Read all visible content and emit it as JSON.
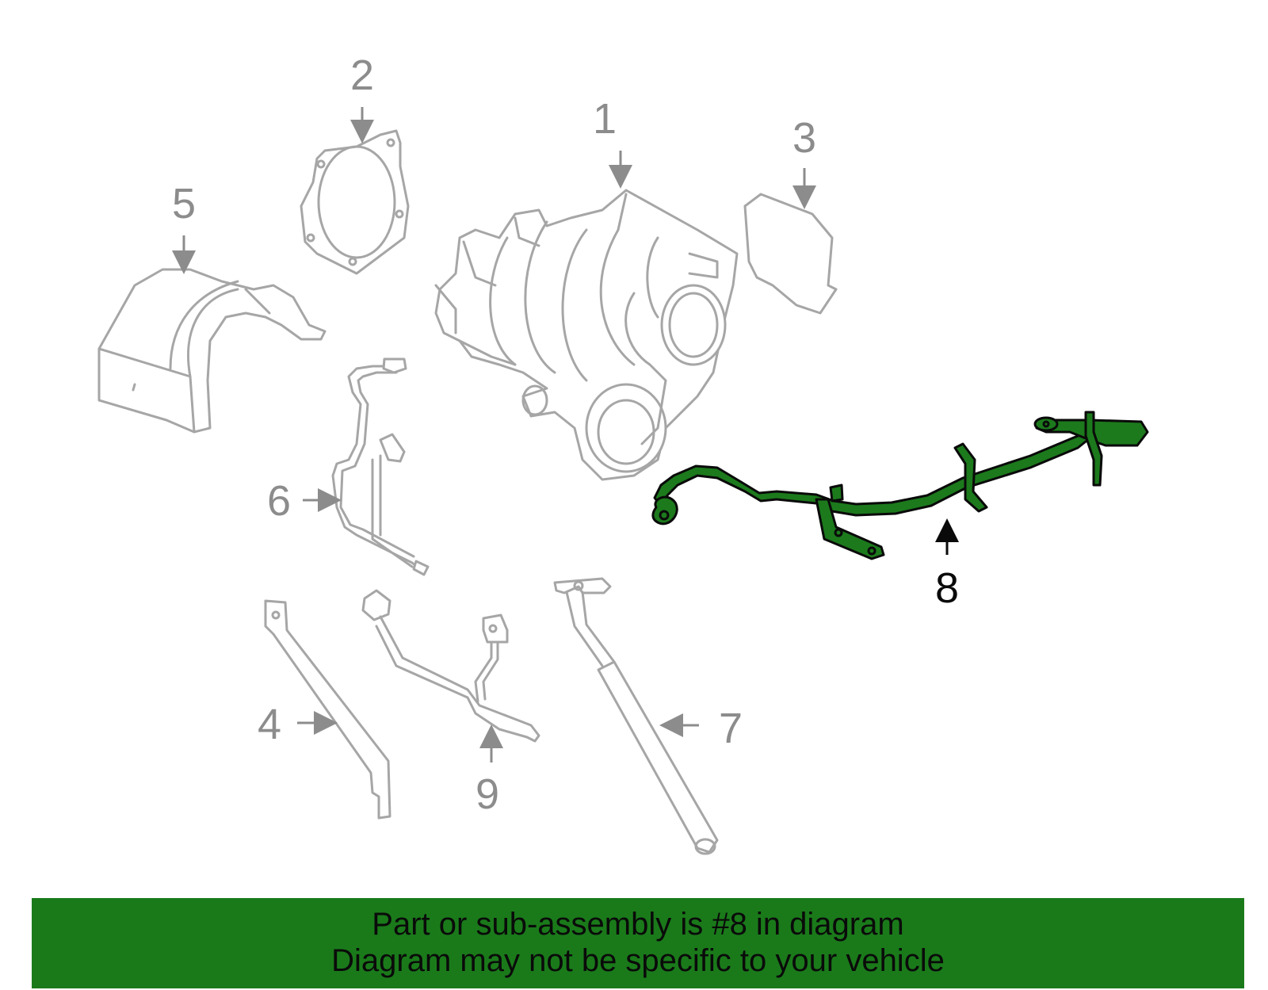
{
  "colors": {
    "highlight": "#1c7a1c",
    "outline": "#a6a6a6",
    "callout_gray": "#8c8c8c",
    "callout_active": "#0a0a0a",
    "banner_bg": "#1a7a1a"
  },
  "callouts": {
    "c1": "1",
    "c2": "2",
    "c3": "3",
    "c4": "4",
    "c5": "5",
    "c6": "6",
    "c7": "7",
    "c8": "8",
    "c9": "9"
  },
  "highlighted_part": "8",
  "banner": {
    "line1": "Part or sub-assembly is #8 in diagram",
    "line2": "Diagram may not be specific to your vehicle"
  }
}
